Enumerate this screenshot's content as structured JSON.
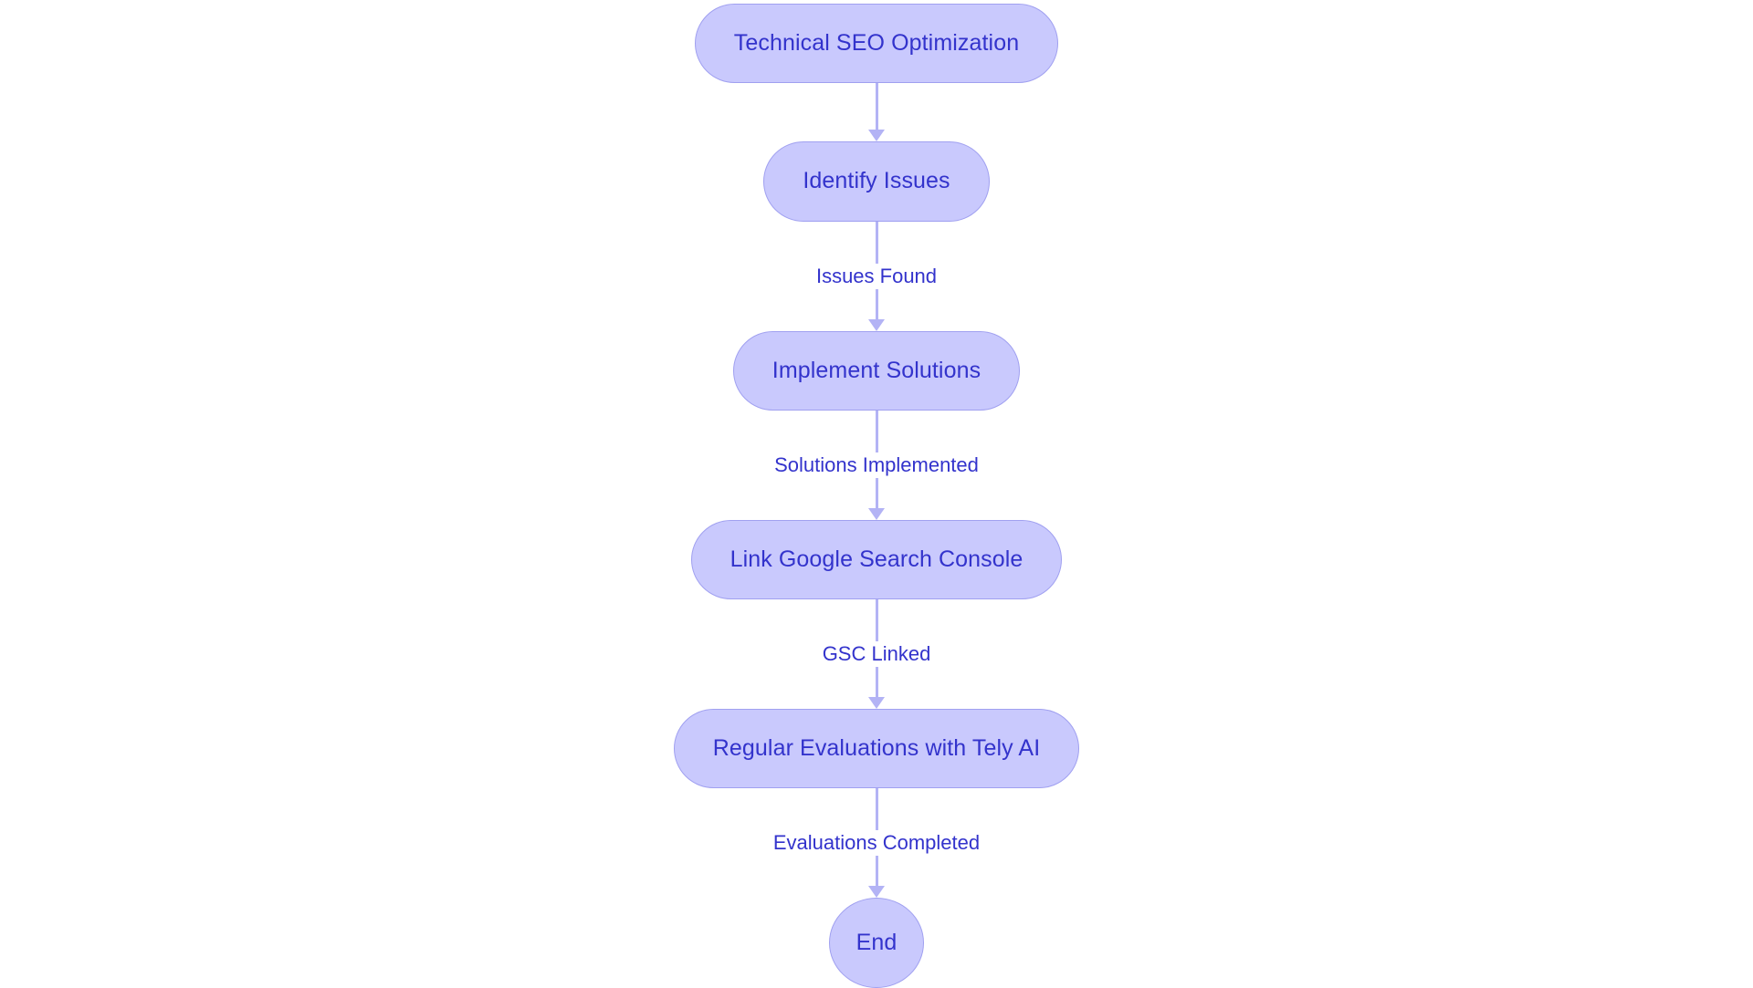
{
  "chart_data": {
    "type": "diagram",
    "diagram_type": "flowchart",
    "orientation": "top-to-bottom",
    "title": "",
    "theme": {
      "node_fill": "#c9c9fd",
      "node_border": "#a0a0f0",
      "node_text": "#3333cc",
      "edge_line": "#b3b3f5",
      "edge_label_text": "#3333cc",
      "background": "#ffffff"
    },
    "nodes": [
      {
        "id": "n1",
        "label": "Technical SEO Optimization",
        "shape": "pill"
      },
      {
        "id": "n2",
        "label": "Identify Issues",
        "shape": "pill"
      },
      {
        "id": "n3",
        "label": "Implement Solutions",
        "shape": "pill"
      },
      {
        "id": "n4",
        "label": "Link Google Search Console",
        "shape": "pill"
      },
      {
        "id": "n5",
        "label": "Regular Evaluations with Tely AI",
        "shape": "pill"
      },
      {
        "id": "n6",
        "label": "End",
        "shape": "circle"
      }
    ],
    "edges": [
      {
        "from": "n1",
        "to": "n2",
        "label": ""
      },
      {
        "from": "n2",
        "to": "n3",
        "label": "Issues Found"
      },
      {
        "from": "n3",
        "to": "n4",
        "label": "Solutions Implemented"
      },
      {
        "from": "n4",
        "to": "n5",
        "label": "GSC Linked"
      },
      {
        "from": "n5",
        "to": "n6",
        "label": "Evaluations Completed"
      }
    ]
  },
  "flowchart": {
    "nodes": {
      "technical_seo_optimization": "Technical SEO Optimization",
      "identify_issues": "Identify Issues",
      "implement_solutions": "Implement Solutions",
      "link_google_search_console": "Link Google Search Console",
      "regular_evaluations_with_tely_ai": "Regular Evaluations with Tely AI",
      "end": "End"
    },
    "edge_labels": {
      "issues_found": "Issues Found",
      "solutions_implemented": "Solutions Implemented",
      "gsc_linked": "GSC Linked",
      "evaluations_completed": "Evaluations Completed"
    }
  }
}
